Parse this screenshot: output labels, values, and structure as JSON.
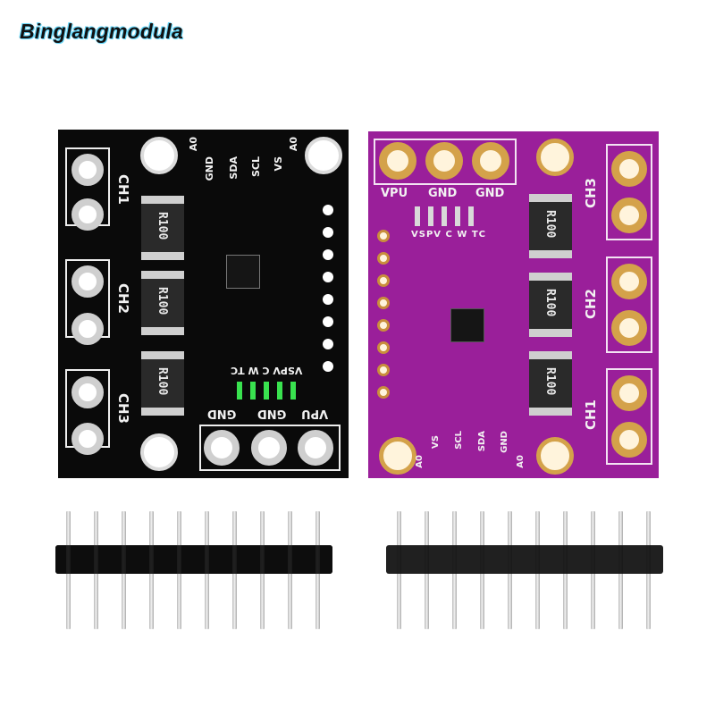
{
  "watermark": "Binglangmodula",
  "black_board": {
    "color": "#0a0a0a",
    "top_labels": [
      "A0",
      "GND",
      "SDA",
      "SCL",
      "VS",
      "A0"
    ],
    "channels": [
      "CH1",
      "CH2",
      "CH3"
    ],
    "resistor_label": "R100",
    "led_labels": [
      "VS",
      "PV",
      "C",
      "W",
      "TC"
    ],
    "bottom_labels": [
      "GND",
      "GND",
      "VPU"
    ]
  },
  "purple_board": {
    "color": "#9a1f9a",
    "top_labels": [
      "VPU",
      "GND",
      "GND"
    ],
    "led_labels": [
      "VS",
      "PV",
      "C",
      "W",
      "TC"
    ],
    "channels": [
      "CH3",
      "CH2",
      "CH1"
    ],
    "resistor_label": "R100",
    "bottom_labels": [
      "A0",
      "VS",
      "SCL",
      "SDA",
      "GND",
      "A0"
    ]
  },
  "headers": {
    "pin_count": 10
  }
}
